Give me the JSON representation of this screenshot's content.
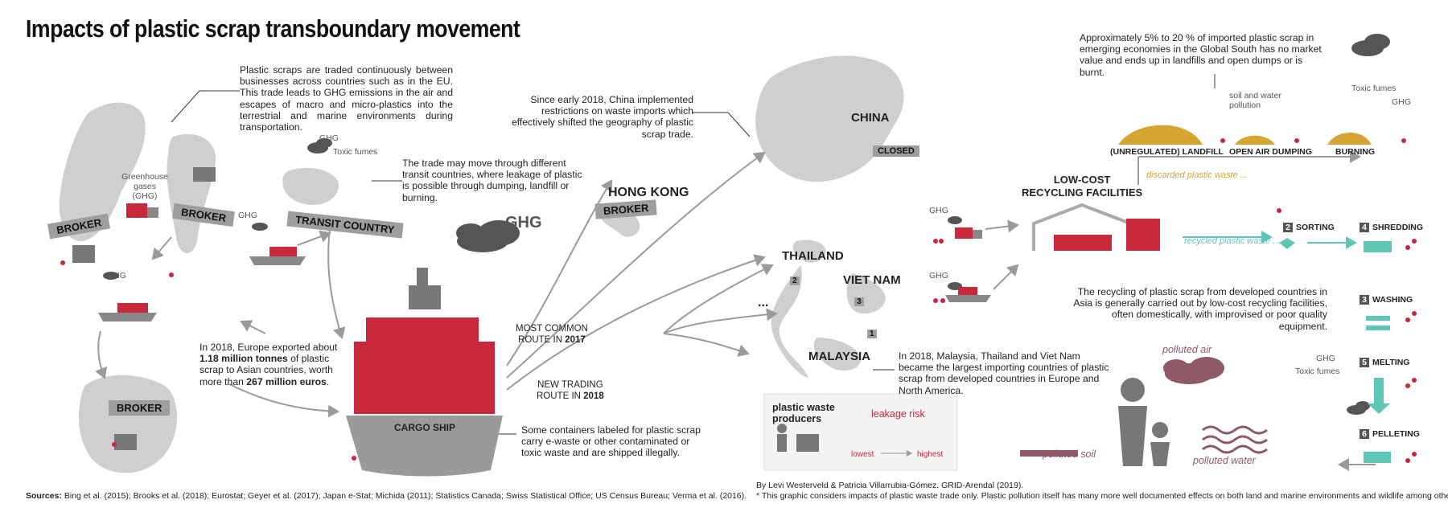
{
  "title": "Impacts of plastic scrap transboundary movement",
  "notes": {
    "eu_trade": "Plastic scraps are traded continuously between businesses across countries such as in the EU. This trade leads to GHG emissions in the air and escapes of macro and micro-plastics into the terrestrial and marine environments during transportation.",
    "transit": "The trade may move through different transit countries, where leakage of plastic is possible through dumping, landfill or burning.",
    "export_pre": "In 2018, Europe exported about",
    "export_amount": "1.18 million tonnes",
    "export_mid": "of plastic scrap to Asian countries, worth more than",
    "export_value": "267 million euros",
    "containers": "Some containers labeled for plastic scrap carry e-waste or other contaminated or toxic waste and are shipped illegally.",
    "china": "Since early 2018, China implemented restrictions on waste imports which effectively shifted the geography of plastic scrap trade.",
    "market": "Approximately 5% to 20 % of imported plastic scrap in emerging economies in the Global South has no market value and ends up in landfills and open dumps or is burnt.",
    "importers": "In 2018, Malaysia, Thailand and Viet Nam became the largest importing countries of plastic scrap from developed countries in Europe and North America.",
    "recycling": "The recycling of plastic scrap from developed countries in Asia is generally carried out by low-cost recycling facilities, often domestically, with improvised or poor quality equipment."
  },
  "labels": {
    "broker": "BROKER",
    "transit_country": "TRANSIT COUNTRY",
    "greenhouse": "Greenhouse gases (GHG)",
    "ghg": "GHG",
    "toxic_fumes": "Toxic fumes",
    "cargo_ship": "CARGO SHIP",
    "hong_kong": "HONG KONG",
    "china": "CHINA",
    "closed": "CLOSED",
    "thailand": "THAILAND",
    "viet_nam": "VIET NAM",
    "malaysia": "MALAYSIA",
    "ellipsis": "...",
    "route_common_1": "MOST COMMON",
    "route_common_2": "ROUTE IN",
    "route_common_year": "2017",
    "route_new_1": "NEW TRADING",
    "route_new_2": "ROUTE IN",
    "route_new_year": "2018",
    "low_cost_1": "LOW-COST",
    "low_cost_2": "RECYCLING FACILITIES",
    "landfill": "(UNREGULATED) LANDFILL",
    "open_air": "OPEN AIR DUMPING",
    "burning": "BURNING",
    "soil_water": "soil and water pollution",
    "discarded": "discarded plastic waste ...",
    "recycled": "recycled plastic waste ...",
    "polluted_air": "polluted air",
    "polluted_soil": "polluted soil",
    "polluted_water": "polluted water",
    "rank_1": "1",
    "rank_2": "2",
    "rank_3": "3"
  },
  "steps": [
    {
      "num": "2",
      "label": "SORTING"
    },
    {
      "num": "4",
      "label": "SHREDDING"
    },
    {
      "num": "3",
      "label": "WASHING"
    },
    {
      "num": "5",
      "label": "MELTING"
    },
    {
      "num": "6",
      "label": "PELLETING"
    }
  ],
  "legend": {
    "producers": "plastic waste producers",
    "leakage": "leakage risk",
    "lowest": "lowest",
    "highest": "highest"
  },
  "footer": {
    "sources_label": "Sources:",
    "sources": "Bing et al. (2015); Brooks et al. (2018); Eurostat; Geyer et al. (2017); Japan e-Stat; Michida (2011); Statistics Canada; Swiss Statistical Office; US Census Bureau; Verma et al. (2016).",
    "credit": "By Levi Westerveld & Patricia Villarrubia-Gómez. GRID-Arendal (2019).",
    "disclaimer": "* This graphic considers impacts of plastic waste trade only. Plastic pollution itself has many more well documented effects on both land and marine environments and wildlife among others."
  },
  "colors": {
    "red": "#c8283a",
    "grey": "#9a9a9a",
    "dark": "#555555",
    "teal": "#5ec6b5",
    "gold": "#d6a431",
    "maroon": "#8f5a66"
  }
}
